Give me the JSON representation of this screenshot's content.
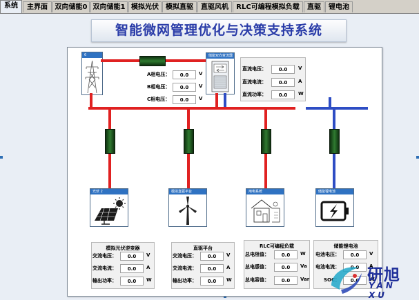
{
  "tabs": [
    "系统",
    "主界面",
    "双向储能0",
    "双向储能1",
    "模拟光伏",
    "模拟直驱",
    "直驱风机",
    "RLC可编程模拟负载",
    "直驱",
    "锂电池"
  ],
  "title": "智能微网管理优化与决策支持系统",
  "grid": {
    "header": "6",
    "phases": [
      {
        "label": "A相电压：",
        "value": "0.0",
        "unit": "V"
      },
      {
        "label": "B相电压：",
        "value": "0.0",
        "unit": "V"
      },
      {
        "label": "C相电压：",
        "value": "0.0",
        "unit": "V"
      }
    ]
  },
  "converter": {
    "header": "储能双向变流器",
    "readings": [
      {
        "label": "直流电压：",
        "value": "0.0",
        "unit": "V"
      },
      {
        "label": "直流电流：",
        "value": "0.0",
        "unit": "A"
      },
      {
        "label": "直流功率：",
        "value": "0.0",
        "unit": "W"
      }
    ]
  },
  "devices": [
    {
      "header": "光伏 2",
      "icon": "solar-panel-icon"
    },
    {
      "header": "模拟直驱平台",
      "icon": "wind-turbine-icon"
    },
    {
      "header": "用电系统",
      "icon": "load-house-icon"
    },
    {
      "header": "储能锂电池",
      "icon": "battery-icon"
    }
  ],
  "blocks": [
    {
      "title": "模拟光伏逆变器",
      "rows": [
        {
          "label": "交流电压：",
          "value": "0.0",
          "unit": "V"
        },
        {
          "label": "交流电流：",
          "value": "0.0",
          "unit": "A"
        },
        {
          "label": "输出功率：",
          "value": "0.0",
          "unit": "W"
        }
      ]
    },
    {
      "title": "直驱平台",
      "rows": [
        {
          "label": "交流电压：",
          "value": "0.0",
          "unit": "V"
        },
        {
          "label": "交流电流：",
          "value": "0.0",
          "unit": "A"
        },
        {
          "label": "输出功率：",
          "value": "0.0",
          "unit": "W"
        }
      ]
    },
    {
      "title": "RLC可编程负载",
      "rows": [
        {
          "label": "总电阻值：",
          "value": "0.0",
          "unit": "W"
        },
        {
          "label": "总电感值：",
          "value": "0.0",
          "unit": "Va"
        },
        {
          "label": "总电容值：",
          "value": "0.0",
          "unit": "Var"
        }
      ]
    },
    {
      "title": "储能锂电池",
      "rows": [
        {
          "label": "电池电压：",
          "value": "0.0",
          "unit": "V"
        },
        {
          "label": "电池电流：",
          "value": "0.0",
          "unit": "A"
        },
        {
          "label": "SOC：",
          "value": "0.0",
          "unit": "W"
        }
      ]
    }
  ],
  "logo": {
    "cn": "研旭",
    "en": "YAN XU"
  },
  "colors": {
    "ac_bus": "#e02121",
    "dc_bus": "#2e4dc4",
    "header": "#2f72c2",
    "title": "#2a3ca8"
  }
}
